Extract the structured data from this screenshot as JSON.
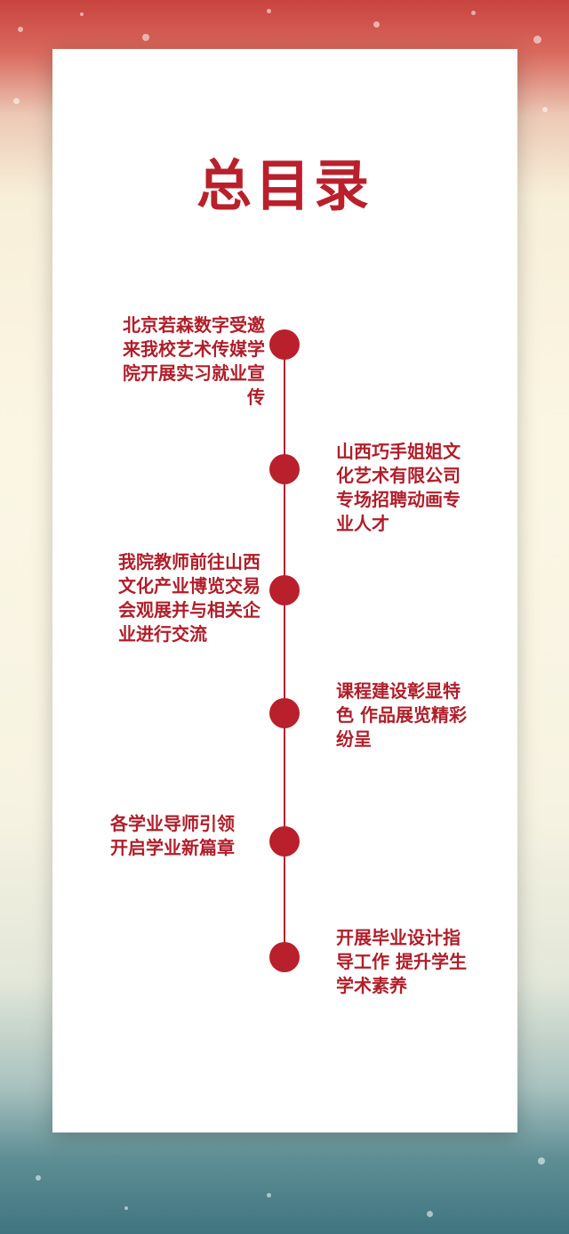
{
  "page": {
    "title": "总目录",
    "accent_color": "#b9202c"
  },
  "timeline": [
    {
      "text": "北京若森数字受邀来我校艺术传媒学院开展实习就业宣传"
    },
    {
      "text": "山西巧手姐姐文化艺术有限公司专场招聘动画专业人才"
    },
    {
      "text": "我院教师前往山西文化产业博览交易会观展并与相关企业进行交流"
    },
    {
      "text": "课程建设彰显特色 作品展览精彩纷呈"
    },
    {
      "text": "各学业导师引领 开启学业新篇章"
    },
    {
      "text": "开展毕业设计指导工作 提升学生学术素养"
    }
  ]
}
